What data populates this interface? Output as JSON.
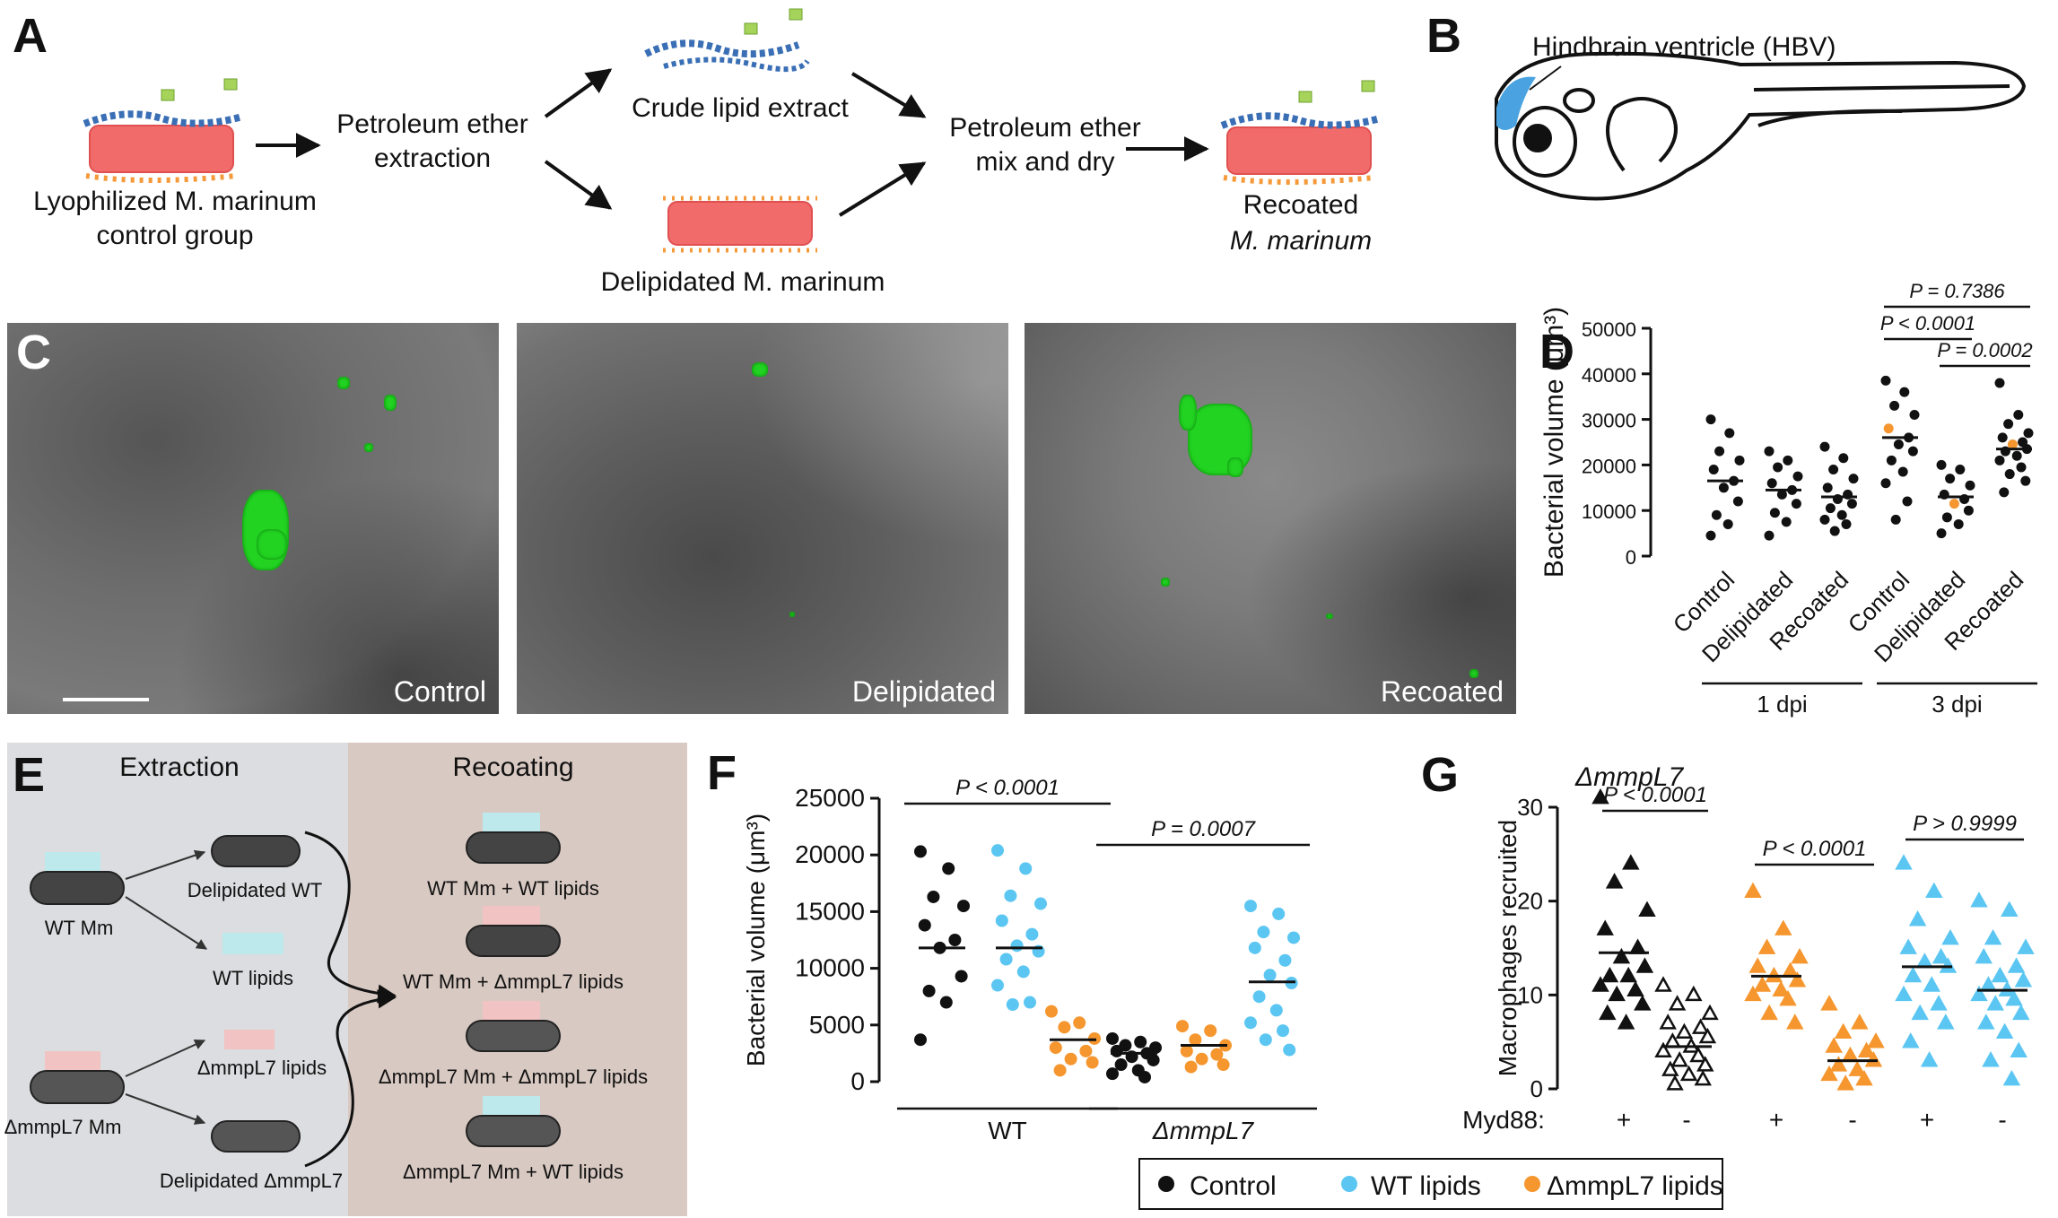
{
  "panel_labels": {
    "A": "A",
    "B": "B",
    "C": "C",
    "D": "D",
    "E": "E",
    "F": "F",
    "G": "G"
  },
  "panelA": {
    "start_label_1": "Lyophilized M. marinum",
    "start_label_2": "control group",
    "step1_1": "Petroleum ether",
    "step1_2": "extraction",
    "crude": "Crude lipid extract",
    "delipidated": "Delipidated M. marinum",
    "step2_1": "Petroleum ether",
    "step2_2": "mix and dry",
    "recoated_1": "Recoated",
    "recoated_2": "M. marinum"
  },
  "panelB": {
    "hbv_label": "Hindbrain ventricle (HBV)"
  },
  "panelC": {
    "captions": [
      "Control",
      "Delipidated",
      "Recoated"
    ]
  },
  "panelE": {
    "extraction_header": "Extraction",
    "recoating_header": "Recoating",
    "wt_mm": "WT Mm",
    "delip_wt": "Delipidated WT",
    "wt_lipids": "WT lipids",
    "mmpl7_lipids": "ΔmmpL7 lipids",
    "mmpl7_mm": "ΔmmpL7 Mm",
    "delip_mmpl7": "Delipidated ΔmmpL7",
    "recoat_items": [
      "WT Mm + WT lipids",
      "WT Mm + ΔmmpL7 lipids",
      "ΔmmpL7 Mm + ΔmmpL7 lipids",
      "ΔmmpL7 Mm + WT lipids"
    ]
  },
  "legend": {
    "items": [
      "Control",
      "WT lipids",
      "ΔmmpL7 lipids"
    ]
  },
  "colors": {
    "control": "#111111",
    "wt": "#5bc6f2",
    "mmpl7": "#f5962e",
    "rod": "#f26b6b",
    "panelE_left": "#dcdde0",
    "panelE_right": "#d8c9c2"
  },
  "chart_data": [
    {
      "id": "D",
      "type": "scatter",
      "ylabel": "Bacterial volume (μm³)",
      "ylim": [
        0,
        50000
      ],
      "yticks": [
        "0",
        "10000",
        "20000",
        "30000",
        "40000",
        "50000"
      ],
      "categories": [
        "Control",
        "Delipidated",
        "Recoated",
        "Control",
        "Delipidated",
        "Recoated"
      ],
      "groups": [
        {
          "label": "1 dpi",
          "span": [
            0,
            2
          ]
        },
        {
          "label": "3 dpi",
          "span": [
            3,
            5
          ]
        }
      ],
      "series": [
        {
          "values": [
            30000,
            27000,
            23000,
            21000,
            19000,
            16500,
            15000,
            12000,
            9000,
            7000,
            4500
          ]
        },
        {
          "values": [
            23000,
            21000,
            19500,
            17500,
            16000,
            14500,
            13500,
            11500,
            9500,
            7500,
            4500
          ]
        },
        {
          "values": [
            24000,
            21500,
            19000,
            17000,
            15000,
            13500,
            12500,
            11500,
            10500,
            9000,
            8000,
            7000,
            5500
          ]
        },
        {
          "values": [
            38500,
            36000,
            33000,
            31000,
            28000,
            26000,
            24500,
            23000,
            21000,
            18500,
            16000,
            12000,
            8000
          ]
        },
        {
          "values": [
            20000,
            19000,
            17000,
            15500,
            13500,
            12500,
            11500,
            10000,
            8500,
            7000,
            5000
          ]
        },
        {
          "values": [
            38000,
            31000,
            29000,
            27000,
            26000,
            25000,
            24500,
            23500,
            23000,
            22000,
            21000,
            19500,
            18000,
            16500,
            14000
          ]
        }
      ],
      "highlight": [
        {
          "series": 3,
          "index": 4
        },
        {
          "series": 4,
          "index": 6
        },
        {
          "series": 5,
          "index": 6
        }
      ],
      "medians": [
        16500,
        14500,
        13000,
        26000,
        13000,
        23500
      ],
      "annotations": [
        {
          "text": "P = 0.7386",
          "from": 3,
          "to": 5
        },
        {
          "text": "P < 0.0001",
          "from": 3,
          "to": 4
        },
        {
          "text": "P = 0.0002",
          "from": 4,
          "to": 5
        }
      ]
    },
    {
      "id": "F",
      "type": "scatter",
      "ylabel": "Bacterial volume (μm³)",
      "ylim": [
        0,
        25000
      ],
      "yticks": [
        "0",
        "5000",
        "10000",
        "15000",
        "20000",
        "25000"
      ],
      "groups": [
        {
          "label": "WT",
          "span": [
            0,
            2
          ]
        },
        {
          "label": "ΔmmpL7",
          "span": [
            3,
            5
          ]
        }
      ],
      "series": [
        {
          "color": "control",
          "values": [
            20300,
            18800,
            16300,
            15500,
            13800,
            12500,
            11800,
            9300,
            8000,
            7000,
            3700
          ]
        },
        {
          "color": "wt",
          "values": [
            20400,
            18800,
            16400,
            15700,
            14200,
            13000,
            12000,
            11500,
            10800,
            9700,
            8500,
            7000,
            6800
          ]
        },
        {
          "color": "mmpl7",
          "values": [
            6200,
            5200,
            4800,
            3800,
            3000,
            2700,
            2000,
            1700,
            1000
          ]
        },
        {
          "color": "control",
          "values": [
            3800,
            3500,
            3200,
            3000,
            2700,
            2500,
            2200,
            1900,
            1500,
            1000,
            700,
            400
          ]
        },
        {
          "color": "mmpl7",
          "values": [
            4900,
            4500,
            3700,
            3200,
            2700,
            2400,
            2000,
            1500,
            1300
          ]
        },
        {
          "color": "wt",
          "values": [
            15500,
            14800,
            13200,
            12700,
            11800,
            10700,
            9400,
            8700,
            7500,
            6300,
            5200,
            4500,
            3700,
            2800
          ]
        }
      ],
      "medians": [
        11800,
        11800,
        3700,
        2500,
        3200,
        8800
      ],
      "annotations": [
        {
          "text": "P < 0.0001",
          "from": 0,
          "to": 2
        },
        {
          "text": "P = 0.0007",
          "from": 3,
          "to": 5
        }
      ]
    },
    {
      "id": "G",
      "type": "scatter",
      "title": "ΔmmpL7",
      "ylabel": "Macrophages recruited",
      "ylim": [
        0,
        30
      ],
      "yticks": [
        "0",
        "10",
        "20",
        "30"
      ],
      "xrow_label": "Myd88:",
      "categories": [
        "+",
        "-",
        "+",
        "-",
        "+",
        "-"
      ],
      "series": [
        {
          "color": "control",
          "filled": true,
          "values": [
            31,
            24,
            22,
            19,
            17,
            15,
            14,
            13,
            12,
            12,
            11,
            10.5,
            10,
            9,
            8,
            7
          ]
        },
        {
          "color": "control",
          "filled": false,
          "values": [
            11,
            10,
            9,
            8,
            7,
            6.5,
            6,
            5.5,
            5,
            4.5,
            4,
            3.5,
            3,
            2.5,
            2,
            1.5,
            1,
            0.5
          ]
        },
        {
          "color": "mmpl7",
          "filled": true,
          "values": [
            21,
            17,
            15,
            14,
            13,
            12.5,
            12,
            11.5,
            11,
            10.5,
            10,
            9.5,
            8,
            7
          ]
        },
        {
          "color": "mmpl7",
          "filled": true,
          "values": [
            9,
            7,
            6,
            5,
            4.5,
            4,
            3.5,
            3,
            2.5,
            2,
            1.5,
            1,
            0.5
          ]
        },
        {
          "color": "wt",
          "filled": true,
          "values": [
            24,
            21,
            18,
            16,
            15,
            14,
            13.5,
            13,
            12,
            11,
            10,
            9,
            8,
            7,
            5,
            3
          ]
        },
        {
          "color": "wt",
          "filled": true,
          "values": [
            20,
            19,
            16,
            15,
            14,
            13,
            12,
            11.5,
            11,
            10.5,
            10,
            9.5,
            9,
            8,
            7,
            6,
            4,
            3,
            1
          ]
        }
      ],
      "medians": [
        14.5,
        4.5,
        12,
        3,
        13,
        10.5
      ],
      "annotations": [
        {
          "text": "P < 0.0001",
          "from": 0,
          "to": 1
        },
        {
          "text": "P < 0.0001",
          "from": 2,
          "to": 3
        },
        {
          "text": "P > 0.9999",
          "from": 4,
          "to": 5
        }
      ]
    }
  ]
}
